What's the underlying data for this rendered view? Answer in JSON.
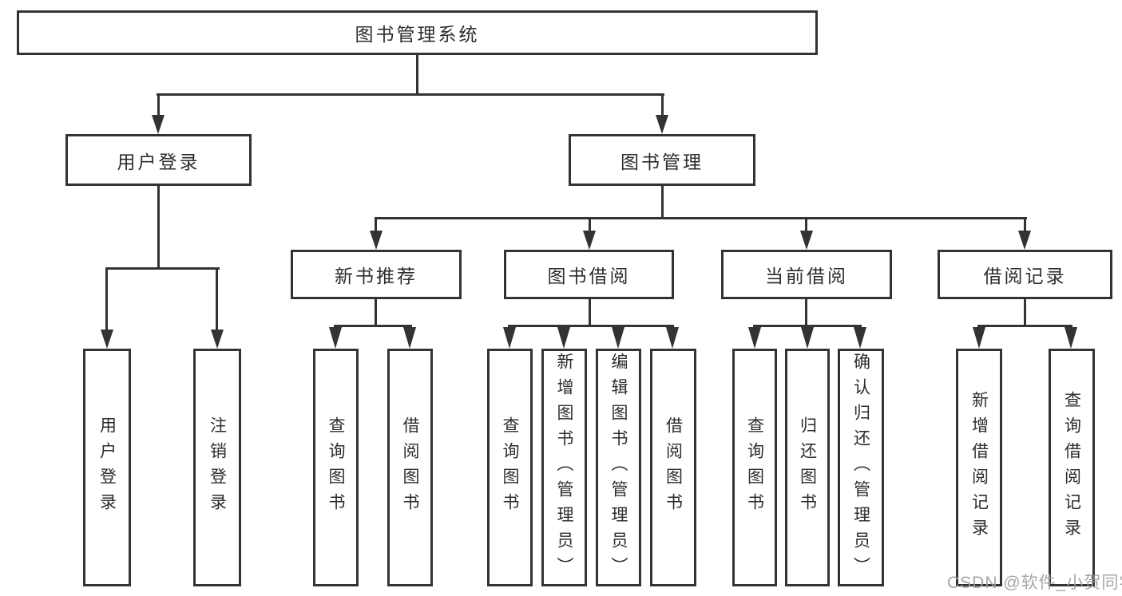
{
  "tree": {
    "label": "图书管理系统",
    "children": [
      {
        "label": "用户登录",
        "children": [
          {
            "label": "用户登录"
          },
          {
            "label": "注销登录"
          }
        ]
      },
      {
        "label": "图书管理",
        "children": [
          {
            "label": "新书推荐",
            "children": [
              {
                "label": "查询图书"
              },
              {
                "label": "借阅图书"
              }
            ]
          },
          {
            "label": "图书借阅",
            "children": [
              {
                "label": "查询图书"
              },
              {
                "label": "新增图书（管理员）"
              },
              {
                "label": "编辑图书（管理员）"
              },
              {
                "label": "借阅图书"
              }
            ]
          },
          {
            "label": "当前借阅",
            "children": [
              {
                "label": "查询图书"
              },
              {
                "label": "归还图书"
              },
              {
                "label": "确认归还（管理员）"
              }
            ]
          },
          {
            "label": "借阅记录",
            "children": [
              {
                "label": "新增借阅记录"
              },
              {
                "label": "查询借阅记录"
              }
            ]
          }
        ]
      }
    ]
  },
  "watermark": "CSDN @软件_小贺同学",
  "colors": {
    "line": "#333333",
    "text": "#2d2d2d",
    "background": "#ffffff",
    "watermark": "#a0a0a0"
  }
}
